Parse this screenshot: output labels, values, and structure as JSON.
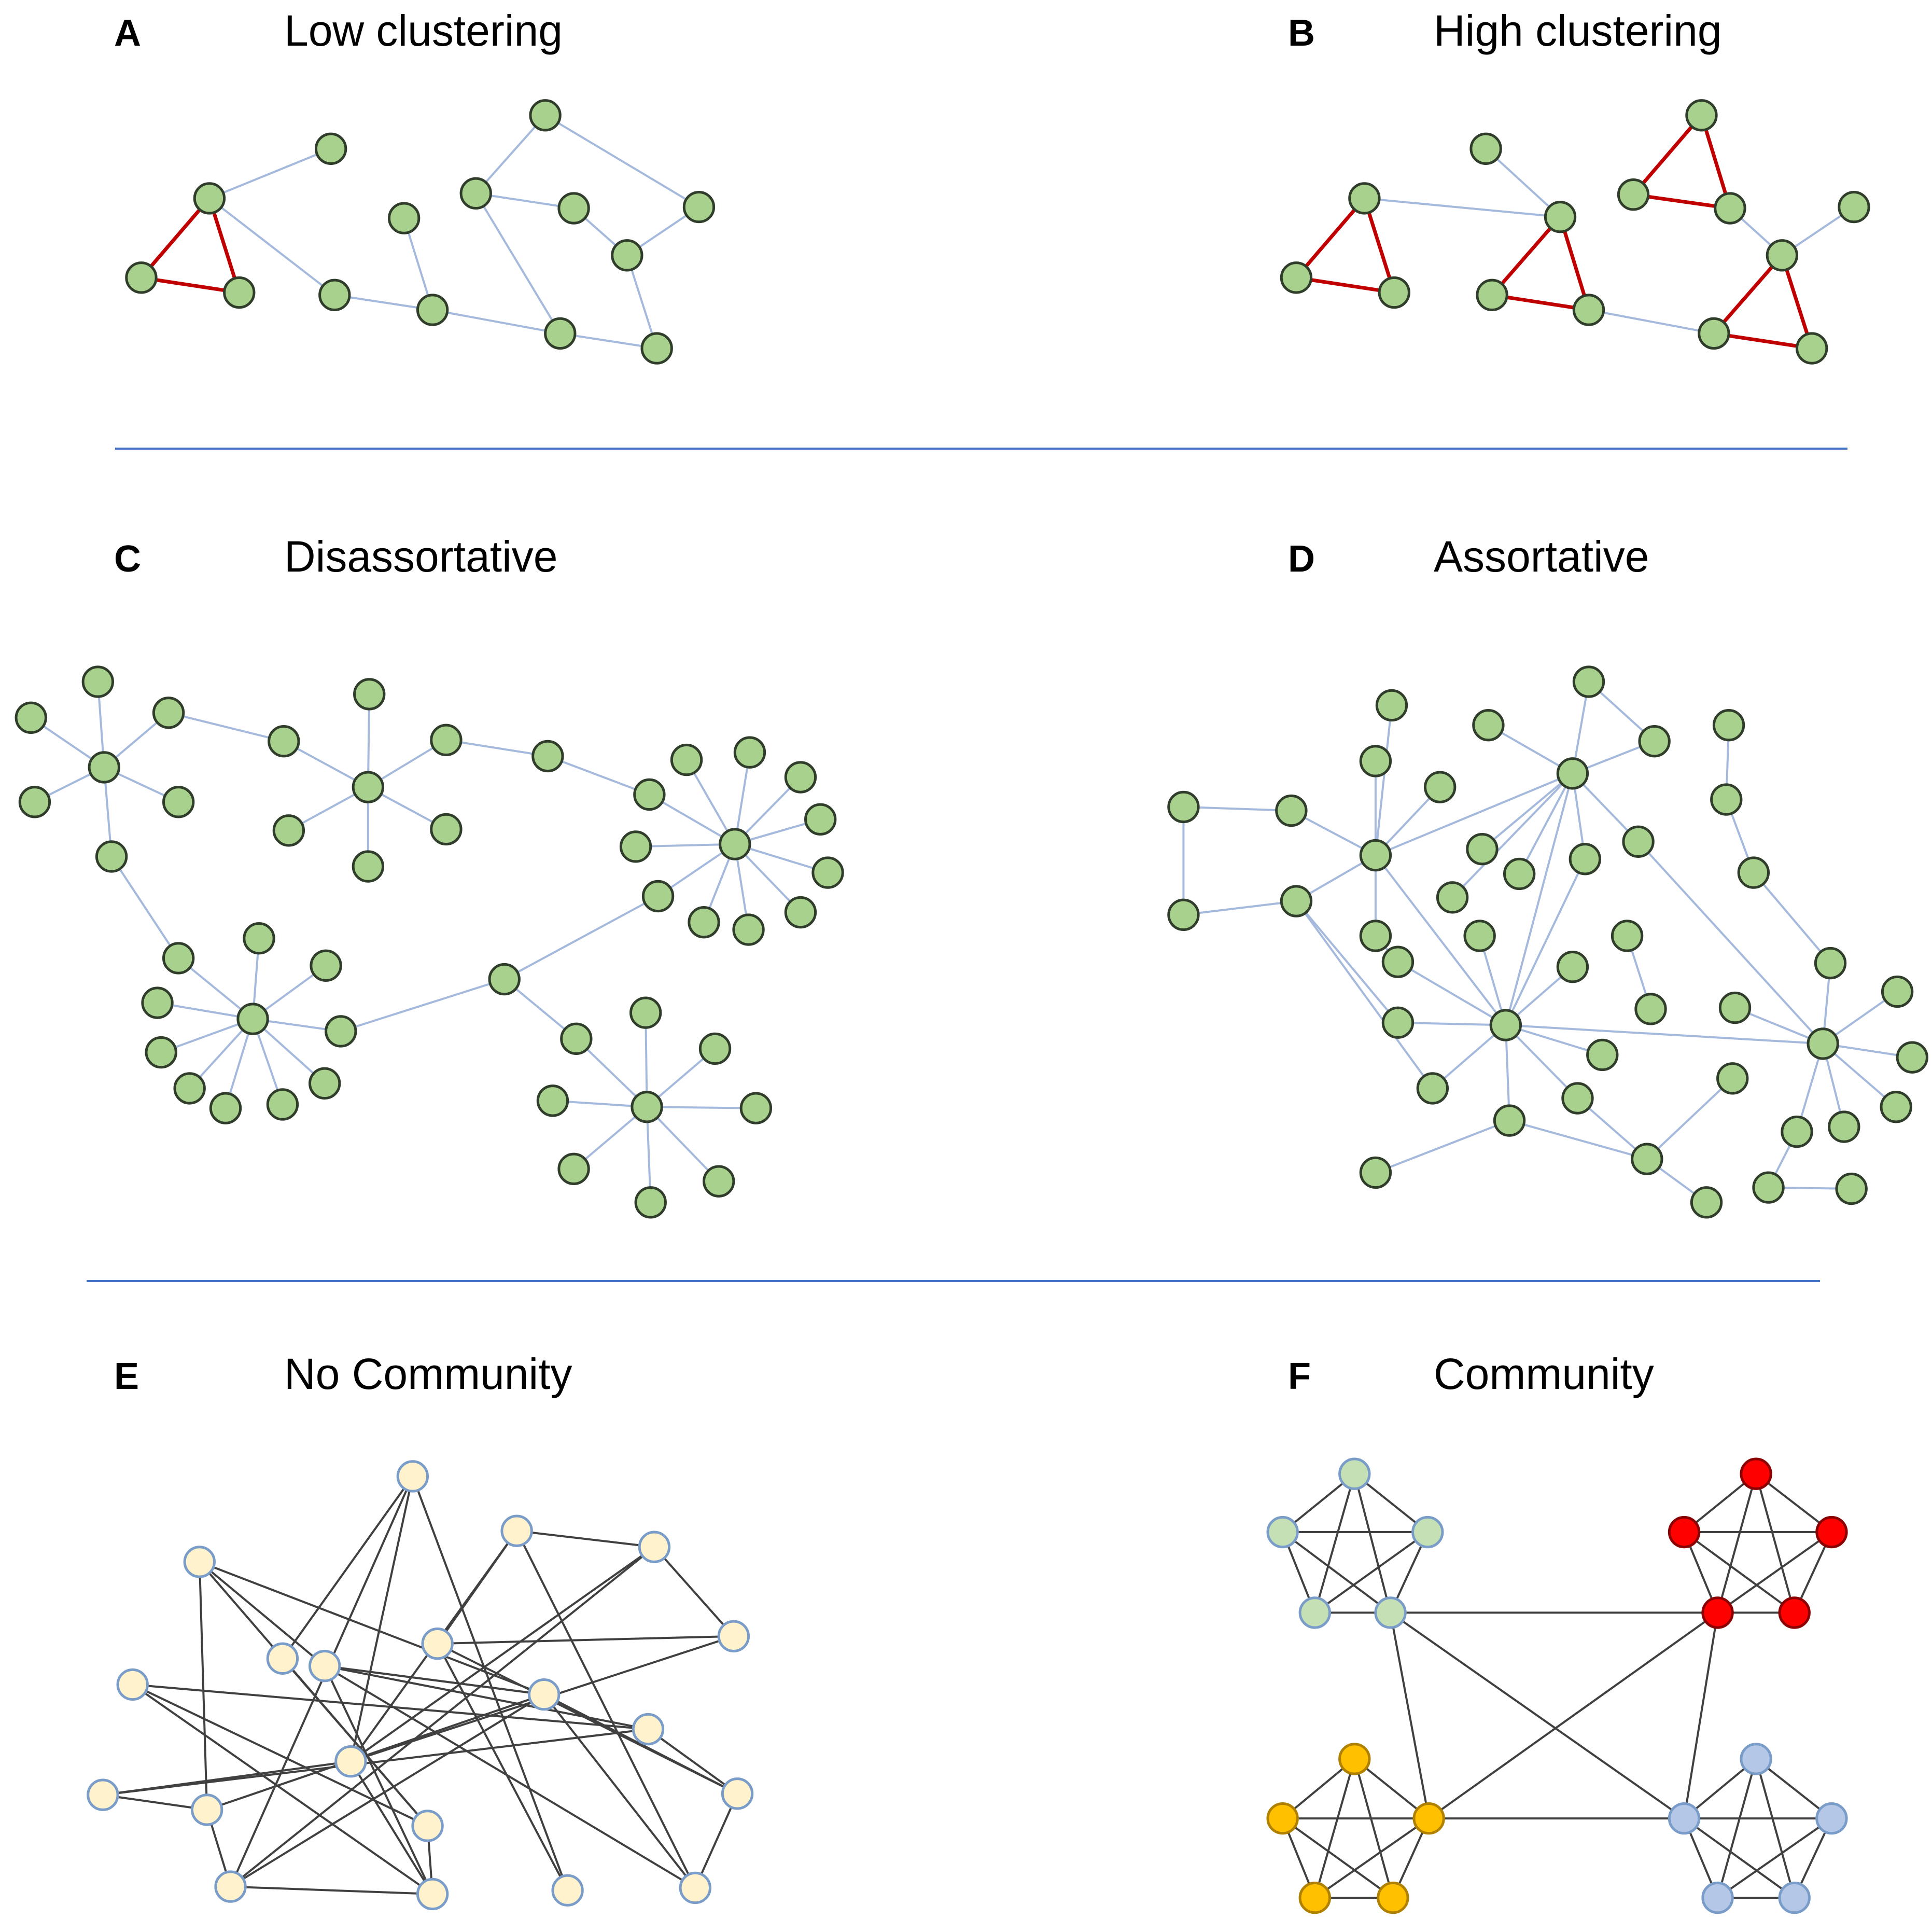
{
  "panels": [
    {
      "id": "A",
      "title": "Low clustering"
    },
    {
      "id": "B",
      "title": "High clustering"
    },
    {
      "id": "C",
      "title": "Disassortative"
    },
    {
      "id": "D",
      "title": "Assortative"
    },
    {
      "id": "E",
      "title": "No Community"
    },
    {
      "id": "F",
      "title": "Community"
    }
  ],
  "colors": {
    "node_green": "#a9d18e",
    "node_cream": "#fff2cc",
    "node_light_green": "#c5e0b4",
    "node_red": "#ff0000",
    "node_orange": "#ffc000",
    "node_light_blue": "#b4c7e7",
    "edge_light_blue": "#a4b9dc",
    "edge_red": "#c00000",
    "edge_dark": "#404040",
    "divider": "#4472c4"
  }
}
